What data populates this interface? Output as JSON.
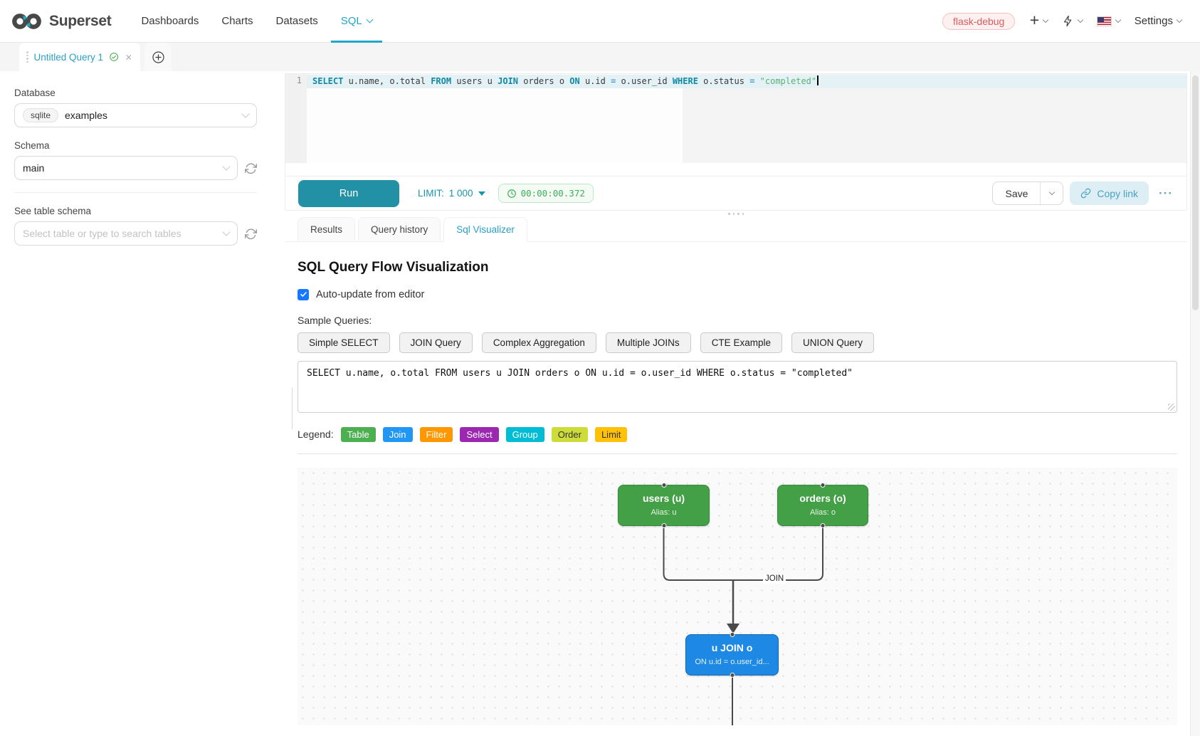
{
  "navbar": {
    "brand": "Superset",
    "menu": [
      {
        "label": "Dashboards"
      },
      {
        "label": "Charts"
      },
      {
        "label": "Datasets"
      },
      {
        "label": "SQL"
      }
    ],
    "environment_tag": "flask-debug",
    "settings_label": "Settings"
  },
  "query_tabs": {
    "active_tab_title": "Untitled Query 1"
  },
  "sidebar": {
    "database_label": "Database",
    "database_engine": "sqlite",
    "database_name": "examples",
    "schema_label": "Schema",
    "schema_value": "main",
    "table_schema_label": "See table schema",
    "table_placeholder": "Select table or type to search tables"
  },
  "editor": {
    "line_number": "1",
    "tokens": [
      {
        "t": "SELECT",
        "type": "keyword"
      },
      {
        "t": " u.name, o.total ",
        "type": "plain"
      },
      {
        "t": "FROM",
        "type": "keyword"
      },
      {
        "t": " users u ",
        "type": "plain"
      },
      {
        "t": "JOIN",
        "type": "keyword"
      },
      {
        "t": " orders o ",
        "type": "plain"
      },
      {
        "t": "ON",
        "type": "keyword"
      },
      {
        "t": " u.id ",
        "type": "plain"
      },
      {
        "t": "=",
        "type": "operator"
      },
      {
        "t": " o.user_id ",
        "type": "plain"
      },
      {
        "t": "WHERE",
        "type": "keyword"
      },
      {
        "t": " o.status ",
        "type": "plain"
      },
      {
        "t": "=",
        "type": "operator"
      },
      {
        "t": " ",
        "type": "plain"
      },
      {
        "t": "\"completed\"",
        "type": "string"
      }
    ]
  },
  "toolbar": {
    "run_label": "Run",
    "limit_label": "LIMIT:",
    "limit_value": "1 000",
    "elapsed_time": "00:00:00.372",
    "save_label": "Save",
    "copy_link_label": "Copy link"
  },
  "result_tabs": [
    {
      "label": "Results"
    },
    {
      "label": "Query history"
    },
    {
      "label": "Sql Visualizer"
    }
  ],
  "visualizer": {
    "title": "SQL Query Flow Visualization",
    "auto_update_label": "Auto-update from editor",
    "auto_update_checked": true,
    "sample_queries_label": "Sample Queries:",
    "sample_queries": [
      "Simple SELECT",
      "JOIN Query",
      "Complex Aggregation",
      "Multiple JOINs",
      "CTE Example",
      "UNION Query"
    ],
    "query_text": "SELECT u.name, o.total FROM users u JOIN orders o ON u.id = o.user_id WHERE o.status = \"completed\"",
    "legend_label": "Legend:",
    "legend": [
      {
        "label": "Table",
        "color": "#4caf50"
      },
      {
        "label": "Join",
        "color": "#2196f3"
      },
      {
        "label": "Filter",
        "color": "#ff9800"
      },
      {
        "label": "Select",
        "color": "#9c27b0"
      },
      {
        "label": "Group",
        "color": "#00bcd4"
      },
      {
        "label": "Order",
        "color": "#cddc39"
      },
      {
        "label": "Limit",
        "color": "#ffc107"
      }
    ],
    "flow": {
      "nodes": [
        {
          "title": "users (u)",
          "subtitle": "Alias: u",
          "type": "table",
          "color": "#43a047"
        },
        {
          "title": "orders (o)",
          "subtitle": "Alias: o",
          "type": "table",
          "color": "#43a047"
        },
        {
          "title": "u JOIN o",
          "subtitle": "ON u.id = o.user_id...",
          "type": "join",
          "color": "#1e88e5"
        }
      ],
      "edge_label": "JOIN"
    }
  }
}
